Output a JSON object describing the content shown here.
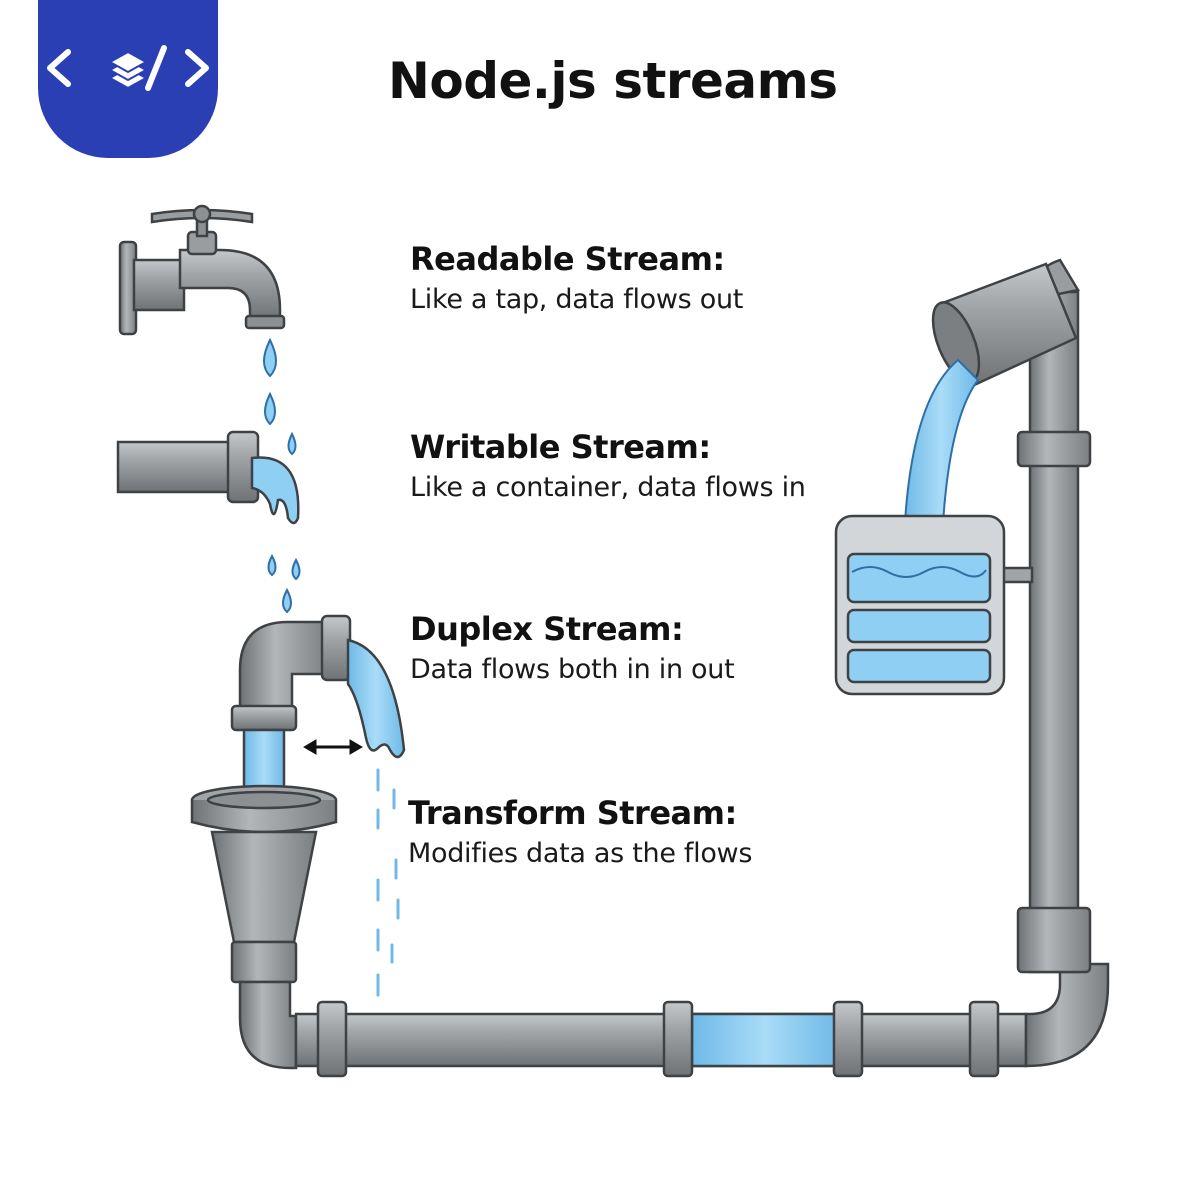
{
  "title": "Node.js streams",
  "colors": {
    "logo_bg": "#2b3fb4",
    "pipe": "#8d9093",
    "pipe_dark": "#5b5e61",
    "pipe_light": "#c5c8cb",
    "water": "#8fcff3",
    "water_dark": "#3d86c6"
  },
  "logo": {
    "icon": "code-layers-icon"
  },
  "streams": [
    {
      "label": "Readable Stream:",
      "desc": "Like a tap, data flows out",
      "icon": "faucet-icon"
    },
    {
      "label": "Writable Stream:",
      "desc": "Like a container, data flows in",
      "icon": "pipe-outlet-icon"
    },
    {
      "label": "Duplex Stream:",
      "desc": "Data flows both in in out",
      "icon": "elbow-pipe-icon"
    },
    {
      "label": "Transform Stream:",
      "desc": "Modifies data as the flows",
      "icon": "funnel-icon"
    }
  ]
}
